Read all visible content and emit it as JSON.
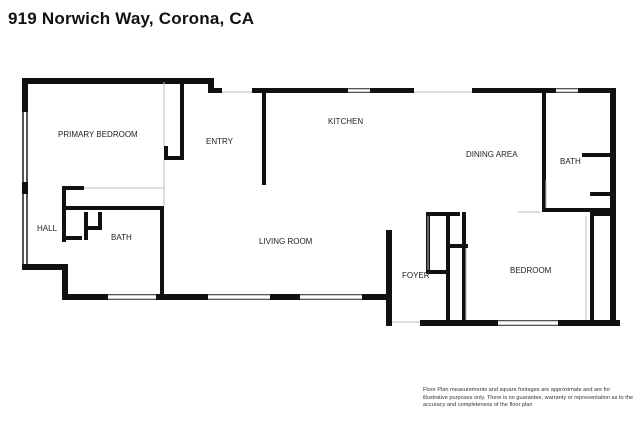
{
  "header": {
    "address": "919 Norwich Way, Corona, CA"
  },
  "rooms": {
    "primary_bedroom": "PRIMARY BEDROOM",
    "entry": "ENTRY",
    "kitchen": "KITCHEN",
    "dining_area": "DINING AREA",
    "bath_right": "BATH",
    "hall": "HALL",
    "bath_left": "BATH",
    "living_room": "LIVING ROOM",
    "foyer": "FOYER",
    "bedroom": "BEDROOM"
  },
  "disclaimer": "Floor Plan measurements and square footages are approximate and are for illustrative purposes only. There is no guarantee, warranty or representation as to the accuracy and completeness of the floor plan"
}
